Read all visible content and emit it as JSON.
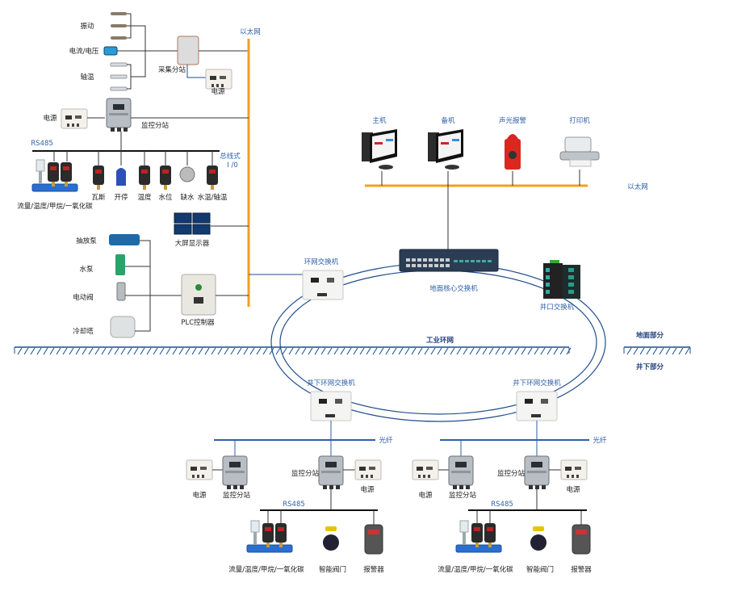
{
  "surface": {
    "ethernet_label": "以太网",
    "collector": {
      "sensors": [
        "振动",
        "电流/电压",
        "轴温"
      ],
      "station": "采集分站",
      "power": "电源"
    },
    "monitor": {
      "power": "电源",
      "station": "监控分站",
      "bus": "RS485",
      "bus_io": [
        "总线式",
        "I /0"
      ],
      "devices": [
        "瓦斯",
        "开停",
        "温度",
        "水位",
        "缺水",
        "水温/轴温"
      ],
      "flow_group": "流量/温度/甲烷/一氧化碳"
    },
    "display": "大屏显示器",
    "plc": {
      "devices": [
        "抽放泵",
        "水泵",
        "电动阀",
        "冷却塔"
      ],
      "controller": "PLC控制器"
    },
    "ring_switch": "环网交换机",
    "control_room": {
      "devices": [
        "主机",
        "备机",
        "声光报警",
        "打印机"
      ],
      "ethernet_label": "以太网"
    },
    "core_switch": "地面核心交换机",
    "shaft_switch": "井口交换机"
  },
  "ring": "工业环网",
  "ground": {
    "above": "地面部分",
    "below": "井下部分"
  },
  "underground": [
    {
      "switch": "井下环网交换机",
      "fiber": "光纤",
      "power_a": "电源",
      "station_a": "监控分站",
      "station_b": "监控分站",
      "power_b": "电源",
      "bus": "RS485",
      "devices": [
        "流量/温度/甲烷/一氧化碳",
        "智能阀门",
        "报警器"
      ]
    },
    {
      "switch": "井下环网交换机",
      "fiber": "光纤",
      "power_a": "电源",
      "station_a": "监控分站",
      "station_b": "监控分站",
      "power_b": "电源",
      "bus": "RS485",
      "devices": [
        "流量/温度/甲烷/一氧化碳",
        "智能阀门",
        "报警器"
      ]
    }
  ],
  "colors": {
    "ethernet": "#f0a020",
    "ring": "#1f4e8c",
    "fiber": "#2f5fa8",
    "wire": "#333333",
    "pipe": "#2a6fd0"
  }
}
